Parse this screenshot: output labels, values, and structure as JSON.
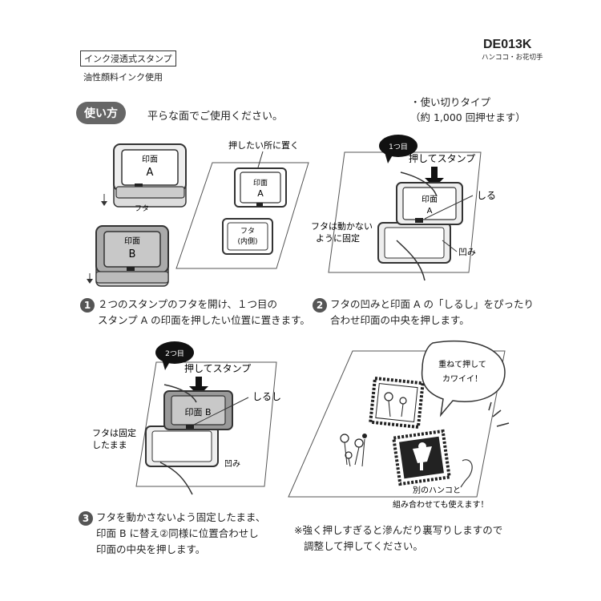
{
  "header": {
    "product_type": "インク浸透式スタンプ",
    "ink_note": "油性顔料インク使用",
    "product_code": "DE013K",
    "product_name": "ハンココ・お花切手"
  },
  "usage": {
    "badge": "使い方",
    "instruction": "平らな面でご使用ください。",
    "disposable": "・使い切りタイプ",
    "press_count": "（約 1,000 回押せます）"
  },
  "fig1": {
    "stamp_a_label": "印面",
    "stamp_a_letter": "A",
    "lid_label": "フタ",
    "stamp_b_label": "印面",
    "stamp_b_letter": "B",
    "place_label": "押したい所に置く",
    "placed_label": "印面",
    "placed_letter": "A",
    "lid_inside_1": "フタ",
    "lid_inside_2": "(内側)"
  },
  "fig2": {
    "step_bubble": "1つ目",
    "press_label": "押してスタンプ",
    "stamp_label": "印面",
    "stamp_letter": "A",
    "mark_label": "しるし",
    "fixed_1": "フタは動かない",
    "fixed_2": "ように固定",
    "notch_label": "凹み"
  },
  "fig3": {
    "step_bubble": "2つ目",
    "press_label": "押してスタンプ",
    "stamp_label": "印面 B",
    "mark_label": "しるし",
    "fixed_1": "フタは固定",
    "fixed_2": "したまま",
    "notch_label": "凹み"
  },
  "fig4": {
    "speech_1": "重ねて押して",
    "speech_2": "カワイイ！",
    "combo_1": "別のハンコと",
    "combo_2": "組み合わせても使えます！"
  },
  "steps": {
    "step1_num": "1",
    "step1_line1": "２つのスタンプのフタを開け、１つ目の",
    "step1_line2": "スタンプ A の印面を押したい位置に置きます。",
    "step2_num": "2",
    "step2_line1": "フタの凹みと印面 A の「しるし」をぴったり",
    "step2_line2": "合わせ印面の中央を押します。",
    "step3_num": "3",
    "step3_line1": "フタを動かさないよう固定したまま、",
    "step3_line2": "印面 B に替え②同様に位置合わせし",
    "step3_line3": "印面の中央を押します。"
  },
  "note": {
    "line1": "※強く押しすぎると滲んだり裏写りしますので",
    "line2": "調整して押してください。"
  }
}
